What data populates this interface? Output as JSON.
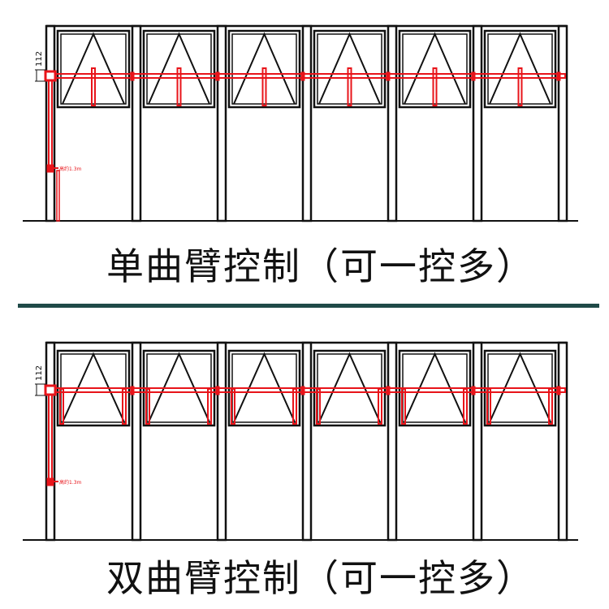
{
  "diagrams": [
    {
      "title": "单曲臂控制（可一控多）",
      "dimension_label": "112",
      "height_note": "高约1.3m",
      "arm_type": "single",
      "bays": 6
    },
    {
      "title": "双曲臂控制（可一控多）",
      "dimension_label": "112",
      "height_note": "高约1.3m",
      "arm_type": "double",
      "bays": 6
    }
  ],
  "colors": {
    "frame": "#111111",
    "actuator": "#e8141a",
    "divider": "#1f4a48"
  }
}
